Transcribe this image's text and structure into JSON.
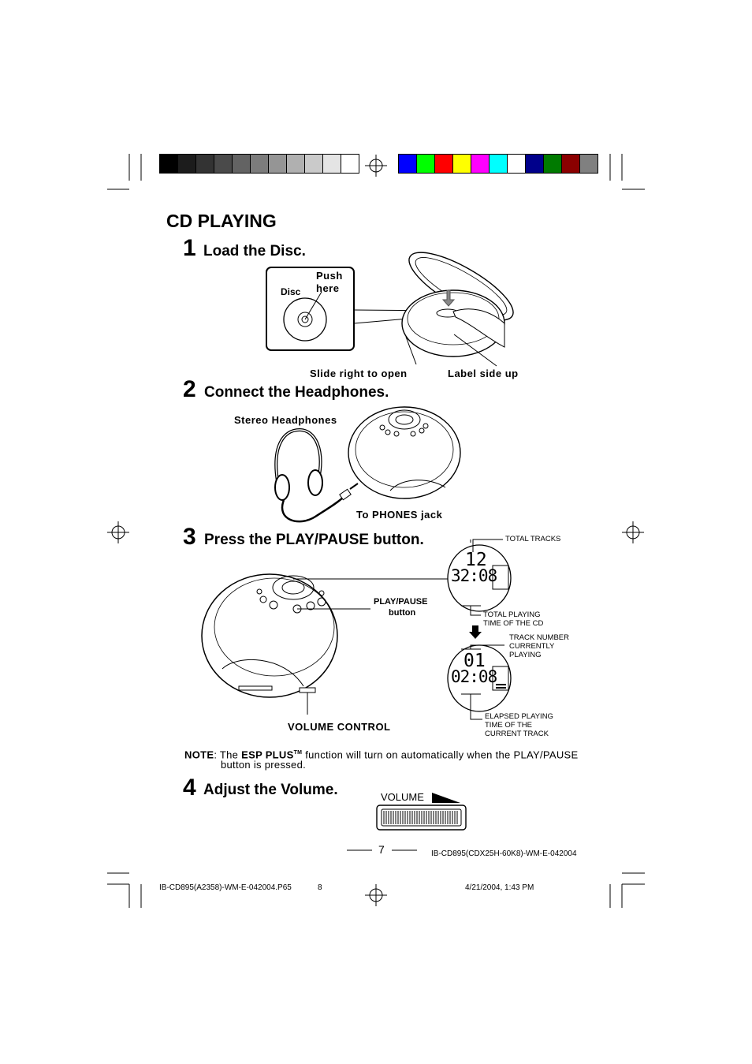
{
  "colors": {
    "gray_scale": [
      "#000000",
      "#1c1c1c",
      "#333333",
      "#4a4a4a",
      "#636363",
      "#7c7c7c",
      "#959595",
      "#b0b0b0",
      "#cacaca",
      "#e4e4e4",
      "#ffffff"
    ],
    "color_bar": [
      "#0000ff",
      "#00ff00",
      "#ff0000",
      "#ffff00",
      "#ff00ff",
      "#00ffff",
      "#ffffff",
      "#00008b",
      "#007a00",
      "#8b0000",
      "#808080"
    ]
  },
  "page_title": "CD PLAYING",
  "steps": [
    {
      "number": "1",
      "label": "Load the Disc."
    },
    {
      "number": "2",
      "label": "Connect the Headphones."
    },
    {
      "number": "3",
      "label": "Press the PLAY/PAUSE button."
    },
    {
      "number": "4",
      "label": "Adjust the Volume."
    }
  ],
  "step1": {
    "inset_disc": "Disc",
    "inset_push_line1": "Push",
    "inset_push_line2": "here",
    "slide_label": "Slide  right  to  open",
    "label_side": "Label  side  up"
  },
  "step2": {
    "headphones_label": "Stereo  Headphones",
    "jack_label": "To  PHONES  jack"
  },
  "step3": {
    "play_pause_line1": "PLAY/PAUSE",
    "play_pause_line2": "button",
    "volume_control": "VOLUME  CONTROL",
    "display1": {
      "top": "12",
      "bottom": "32:08"
    },
    "display2": {
      "top": "01",
      "bottom": "02:08"
    },
    "total_tracks": "TOTAL TRACKS",
    "total_playing_line1": "TOTAL PLAYING",
    "total_playing_line2": "TIME OF THE CD",
    "track_number_line1": "TRACK NUMBER",
    "track_number_line2": "CURRENTLY",
    "track_number_line3": "PLAYING",
    "elapsed_line1": "ELAPSED PLAYING",
    "elapsed_line2": "TIME OF THE",
    "elapsed_line3": "CURRENT TRACK"
  },
  "note": {
    "prefix": "NOTE",
    "text_before": ": The ",
    "brand": "ESP PLUS",
    "tm": "TM",
    "text_after": " function will turn on automatically when the PLAY/PAUSE",
    "line2": "button  is  pressed."
  },
  "step4": {
    "volume_label": "VOLUME"
  },
  "page_number": "7",
  "doc_code": "IB-CD895(CDX25H-60K8)-WM-E-042004",
  "footer": {
    "file": "IB-CD895(A2358)-WM-E-042004.P65",
    "page": "8",
    "date": "4/21/2004, 1:43 PM"
  }
}
